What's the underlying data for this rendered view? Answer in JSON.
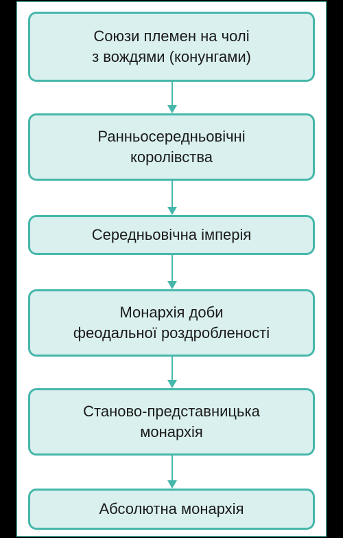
{
  "steps": [
    "Союзи племен на чолі\nз вождями (конунгами)",
    "Ранньосередньовічні\nкоролівства",
    "Середньовічна імперія",
    "Монархія доби\nфеодальної роздробленості",
    "Станово-представницька\nмонархія",
    "Абсолютна монархія"
  ],
  "colors": {
    "box_fill": "#d9f0ee",
    "box_border": "#46b7aa",
    "arrow": "#46b7aa",
    "text": "#1a1a1a"
  }
}
